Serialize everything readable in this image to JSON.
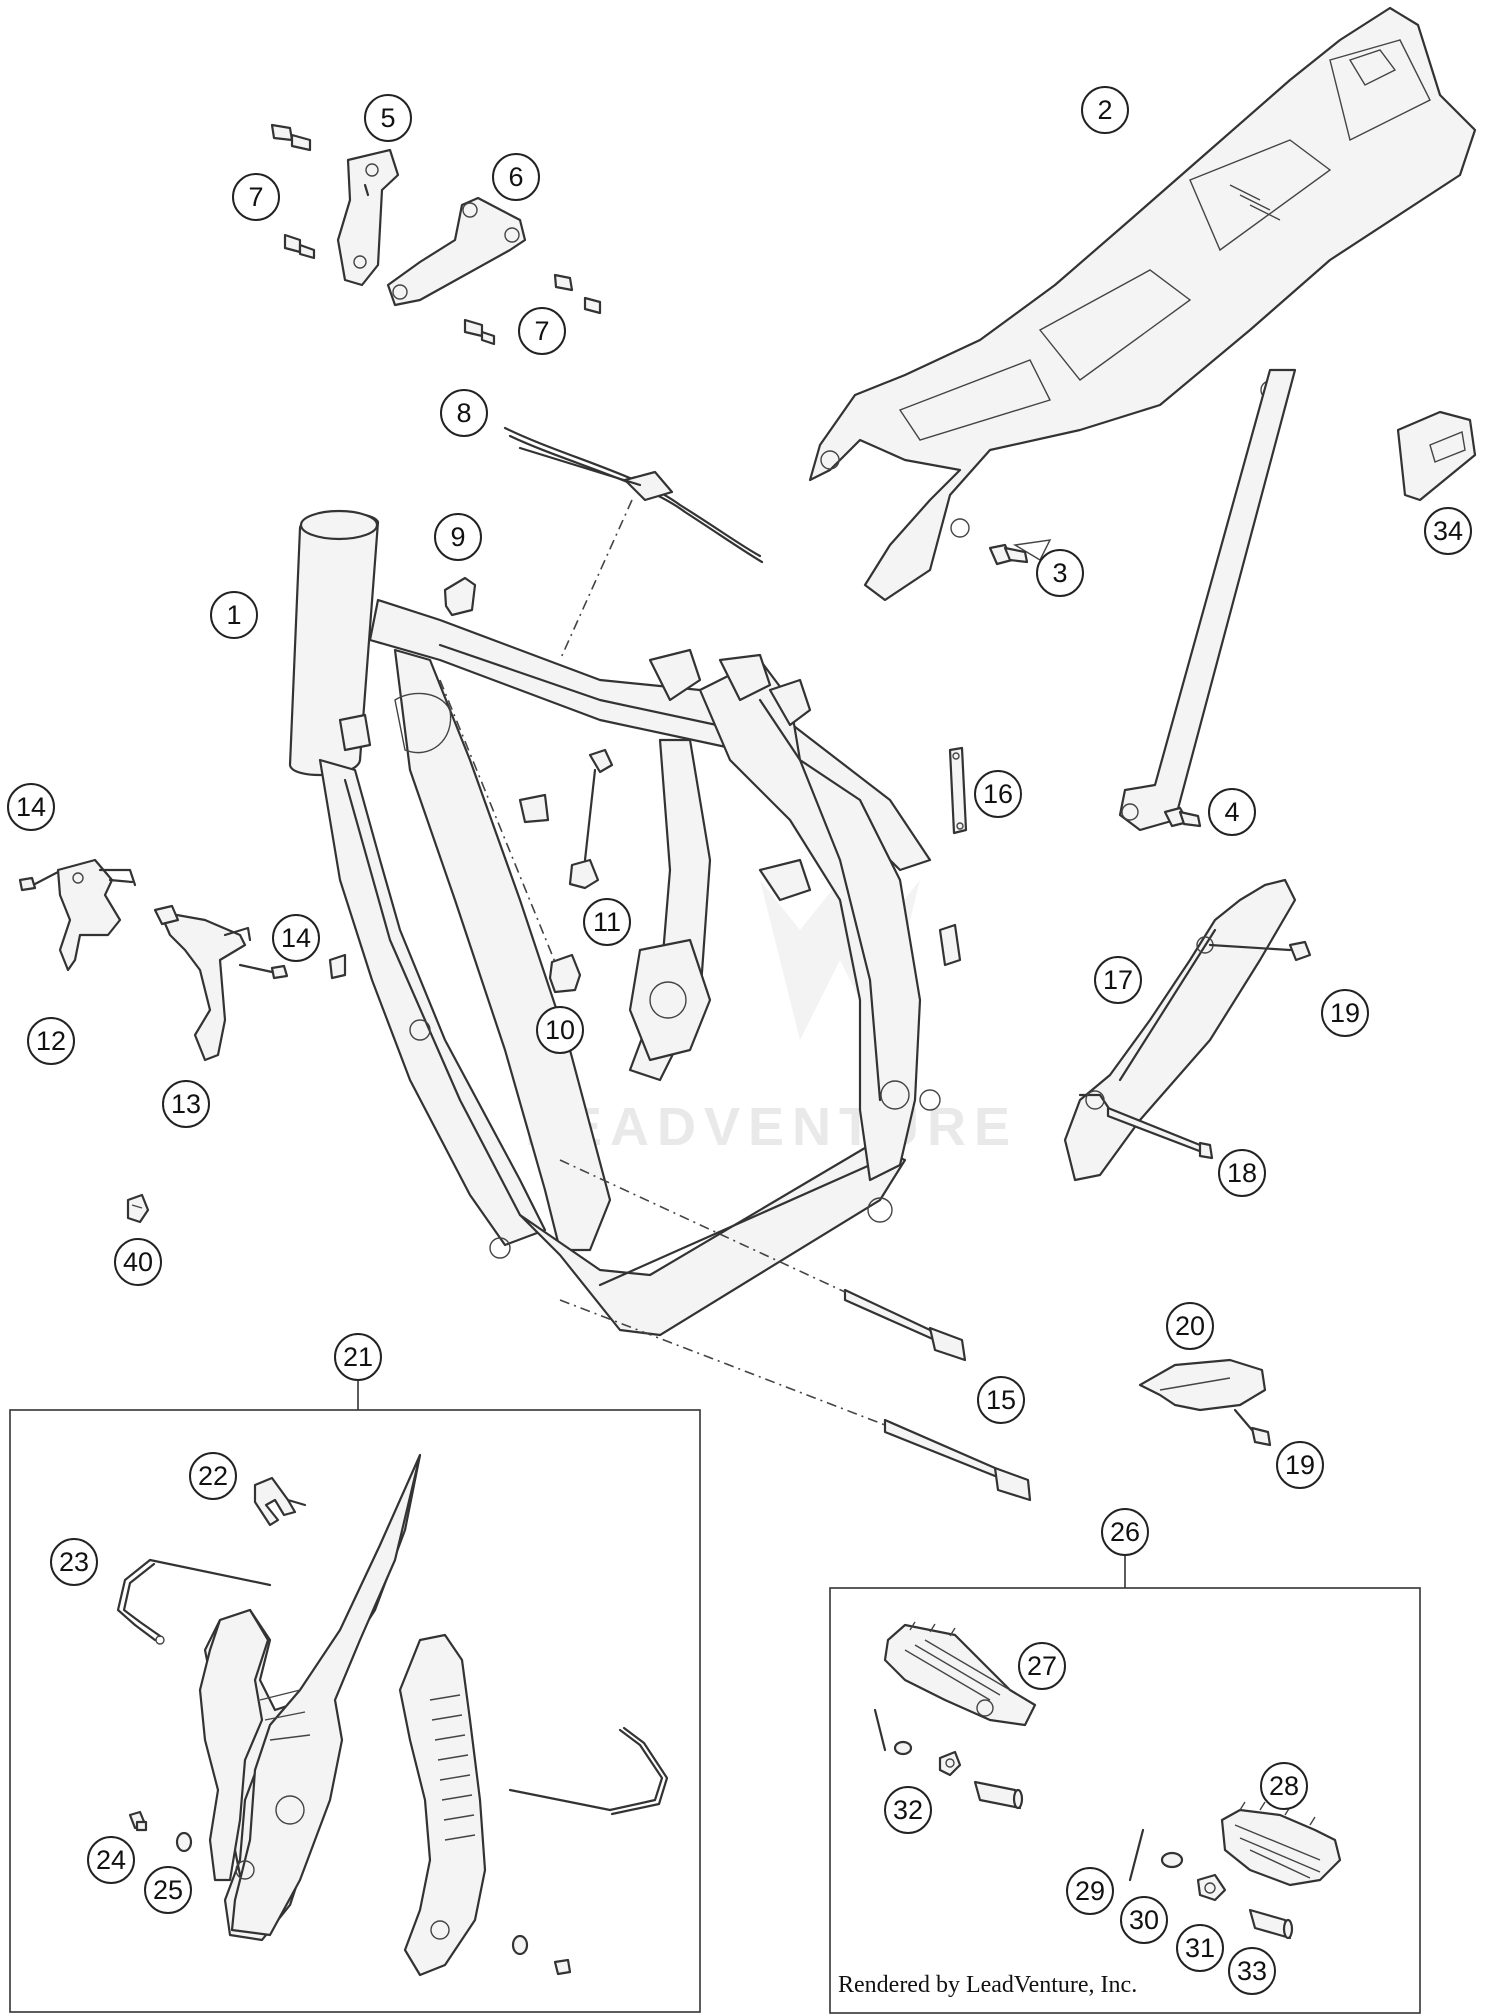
{
  "watermark": {
    "text": "LEADVENTURE"
  },
  "credit": "Rendered by LeadVenture, Inc.",
  "callouts": [
    {
      "id": "1",
      "label": "1"
    },
    {
      "id": "2",
      "label": "2"
    },
    {
      "id": "3",
      "label": "3"
    },
    {
      "id": "4",
      "label": "4"
    },
    {
      "id": "5",
      "label": "5"
    },
    {
      "id": "6",
      "label": "6"
    },
    {
      "id": "7a",
      "label": "7"
    },
    {
      "id": "7b",
      "label": "7"
    },
    {
      "id": "8",
      "label": "8"
    },
    {
      "id": "9",
      "label": "9"
    },
    {
      "id": "10",
      "label": "10"
    },
    {
      "id": "11",
      "label": "11"
    },
    {
      "id": "12",
      "label": "12"
    },
    {
      "id": "13",
      "label": "13"
    },
    {
      "id": "14a",
      "label": "14"
    },
    {
      "id": "14b",
      "label": "14"
    },
    {
      "id": "15",
      "label": "15"
    },
    {
      "id": "16",
      "label": "16"
    },
    {
      "id": "17",
      "label": "17"
    },
    {
      "id": "18",
      "label": "18"
    },
    {
      "id": "19a",
      "label": "19"
    },
    {
      "id": "19b",
      "label": "19"
    },
    {
      "id": "20",
      "label": "20"
    },
    {
      "id": "21",
      "label": "21"
    },
    {
      "id": "22",
      "label": "22"
    },
    {
      "id": "23",
      "label": "23"
    },
    {
      "id": "24",
      "label": "24"
    },
    {
      "id": "25",
      "label": "25"
    },
    {
      "id": "26",
      "label": "26"
    },
    {
      "id": "27",
      "label": "27"
    },
    {
      "id": "28",
      "label": "28"
    },
    {
      "id": "29",
      "label": "29"
    },
    {
      "id": "30",
      "label": "30"
    },
    {
      "id": "31",
      "label": "31"
    },
    {
      "id": "32",
      "label": "32"
    },
    {
      "id": "33",
      "label": "33"
    },
    {
      "id": "34",
      "label": "34"
    },
    {
      "id": "40",
      "label": "40"
    }
  ]
}
